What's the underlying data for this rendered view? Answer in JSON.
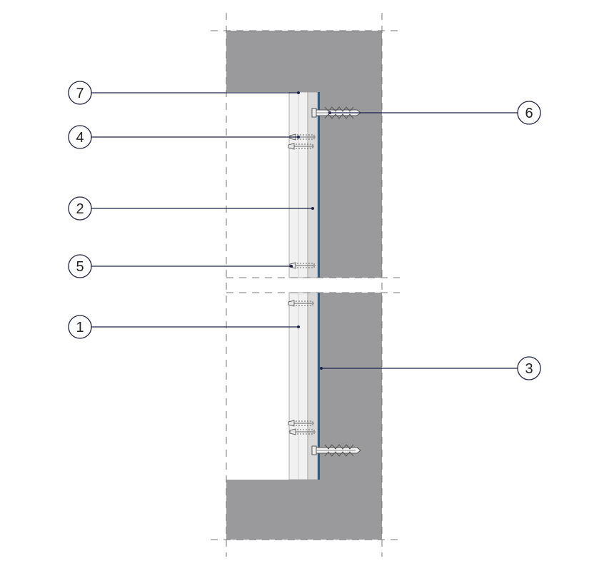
{
  "diagram": {
    "colors": {
      "concrete": "#9a9a9c",
      "board_outer": "#f1f1f1",
      "board_inner": "#d8d8d8",
      "membrane": "#2b5f87",
      "leader": "#1f2247",
      "screw": "#666666",
      "dashed": "#777777"
    },
    "callouts": [
      {
        "id": "1",
        "label": "1"
      },
      {
        "id": "2",
        "label": "2"
      },
      {
        "id": "3",
        "label": "3"
      },
      {
        "id": "4",
        "label": "4"
      },
      {
        "id": "5",
        "label": "5"
      },
      {
        "id": "6",
        "label": "6"
      },
      {
        "id": "7",
        "label": "7"
      }
    ]
  }
}
